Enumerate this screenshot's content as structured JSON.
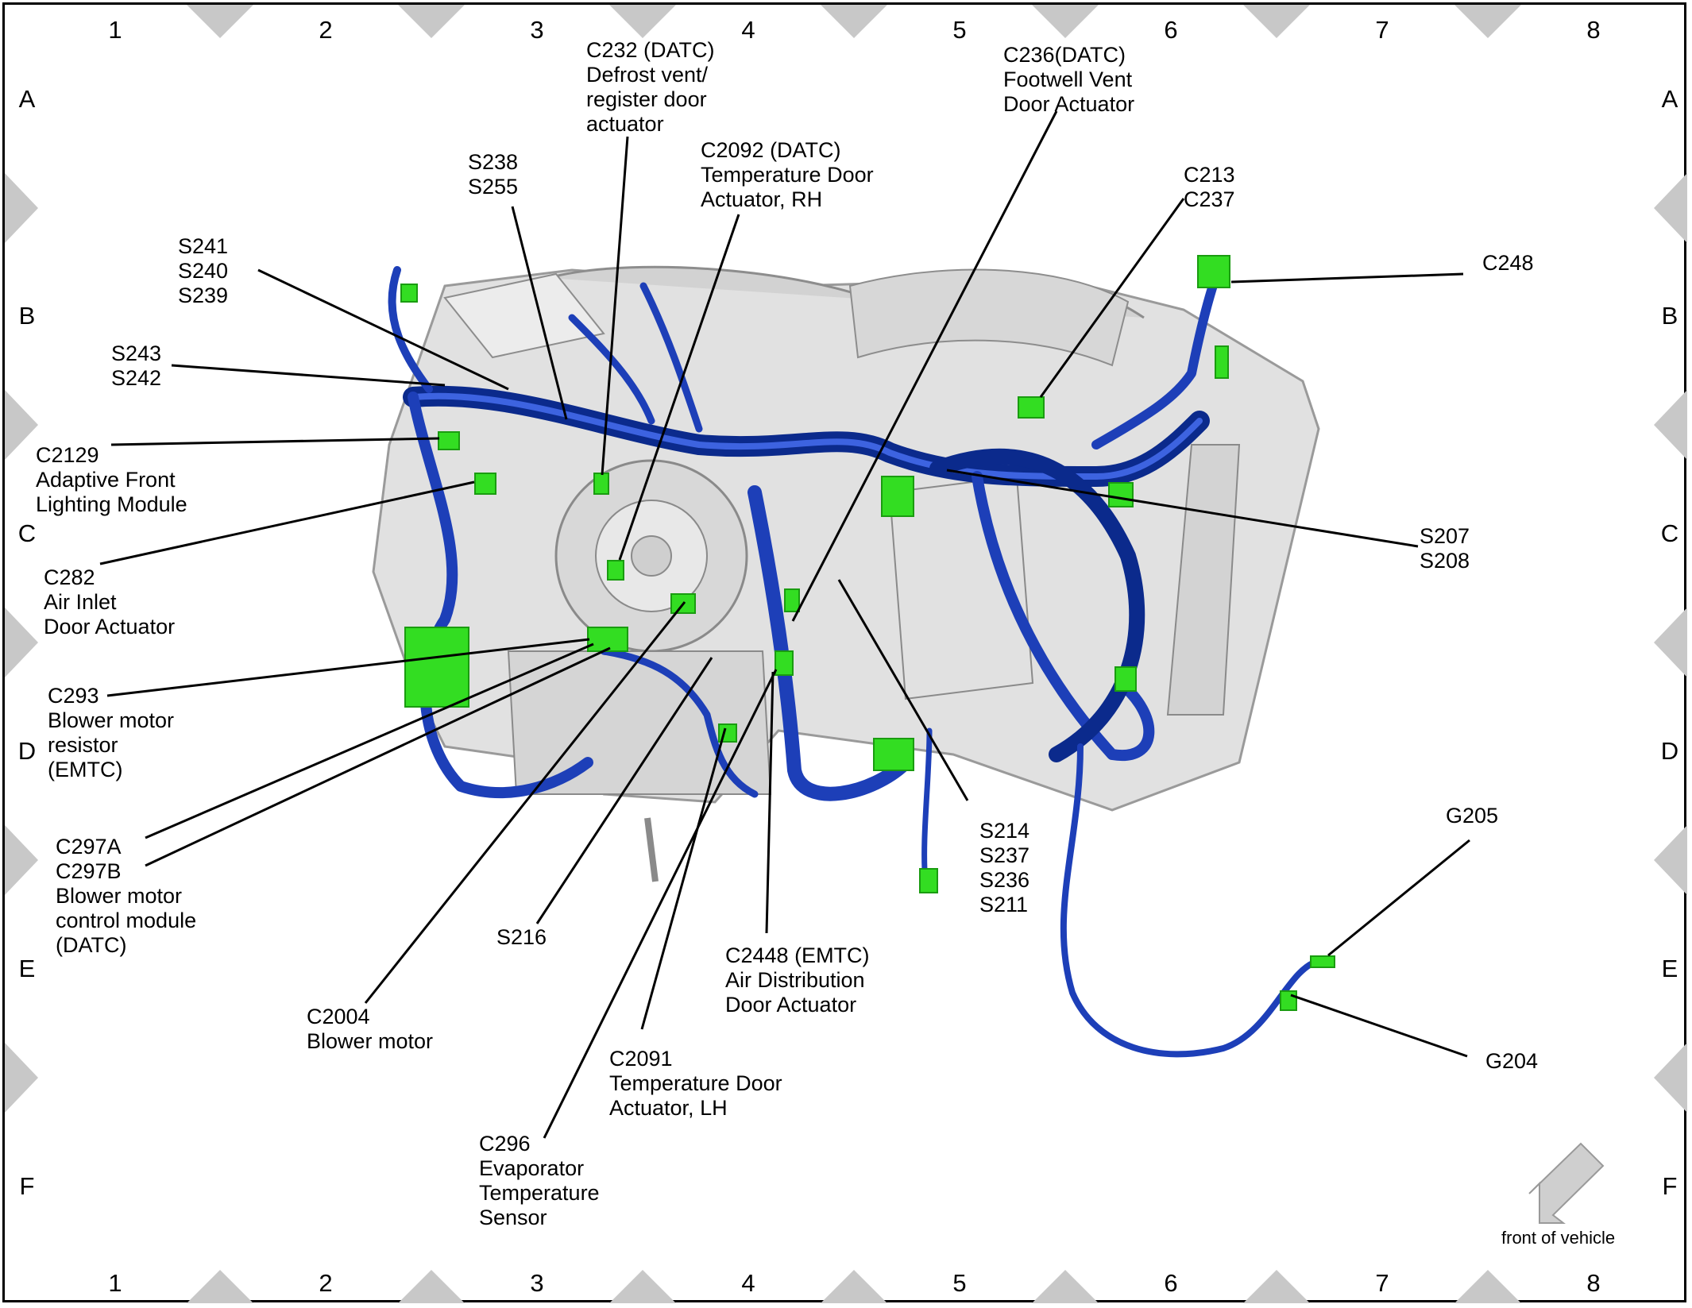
{
  "grid": {
    "columns": [
      "1",
      "2",
      "3",
      "4",
      "5",
      "6",
      "7",
      "8"
    ],
    "rows": [
      "A",
      "B",
      "C",
      "D",
      "E",
      "F"
    ]
  },
  "colors": {
    "harness": "#1d3fb8",
    "harness_dark": "#0b2a8c",
    "connector": "#33dd22",
    "housing": "#dcdcdc",
    "housing_edge": "#9a9a9a",
    "frame_marker": "#c8c8c8"
  },
  "callouts": [
    {
      "id": "c232",
      "lines": [
        "C232 (DATC)",
        "Defrost vent/",
        "register door",
        "actuator"
      ]
    },
    {
      "id": "c236",
      "lines": [
        "C236(DATC)",
        "Footwell Vent",
        "Door Actuator"
      ]
    },
    {
      "id": "c2092",
      "lines": [
        "C2092 (DATC)",
        "Temperature Door",
        "Actuator, RH"
      ]
    },
    {
      "id": "s238",
      "lines": [
        "S238",
        "S255"
      ]
    },
    {
      "id": "s241",
      "lines": [
        "S241",
        "S240",
        "S239"
      ]
    },
    {
      "id": "c213",
      "lines": [
        "C213",
        "C237"
      ]
    },
    {
      "id": "c248",
      "lines": [
        "C248"
      ]
    },
    {
      "id": "s243",
      "lines": [
        "S243",
        "S242"
      ]
    },
    {
      "id": "c2129",
      "lines": [
        "C2129",
        "Adaptive Front",
        "Lighting Module"
      ]
    },
    {
      "id": "c282",
      "lines": [
        "C282",
        "Air Inlet",
        "Door Actuator"
      ]
    },
    {
      "id": "s207",
      "lines": [
        "S207",
        "S208"
      ]
    },
    {
      "id": "c293",
      "lines": [
        "C293",
        "Blower motor",
        "resistor",
        "(EMTC)"
      ]
    },
    {
      "id": "c297",
      "lines": [
        "C297A",
        "C297B",
        "Blower motor",
        "control module",
        "(DATC)"
      ]
    },
    {
      "id": "s214",
      "lines": [
        "S214",
        "S237",
        "S236",
        "S211"
      ]
    },
    {
      "id": "g205",
      "lines": [
        "G205"
      ]
    },
    {
      "id": "s216",
      "lines": [
        "S216"
      ]
    },
    {
      "id": "c2448",
      "lines": [
        "C2448 (EMTC)",
        "Air Distribution",
        "Door Actuator"
      ]
    },
    {
      "id": "c2004",
      "lines": [
        "C2004",
        "Blower motor"
      ]
    },
    {
      "id": "g204",
      "lines": [
        "G204"
      ]
    },
    {
      "id": "c2091",
      "lines": [
        "C2091",
        "Temperature Door",
        "Actuator, LH"
      ]
    },
    {
      "id": "c296",
      "lines": [
        "C296",
        "Evaporator",
        "Temperature",
        "Sensor"
      ]
    }
  ],
  "front_of_vehicle": "front of vehicle"
}
